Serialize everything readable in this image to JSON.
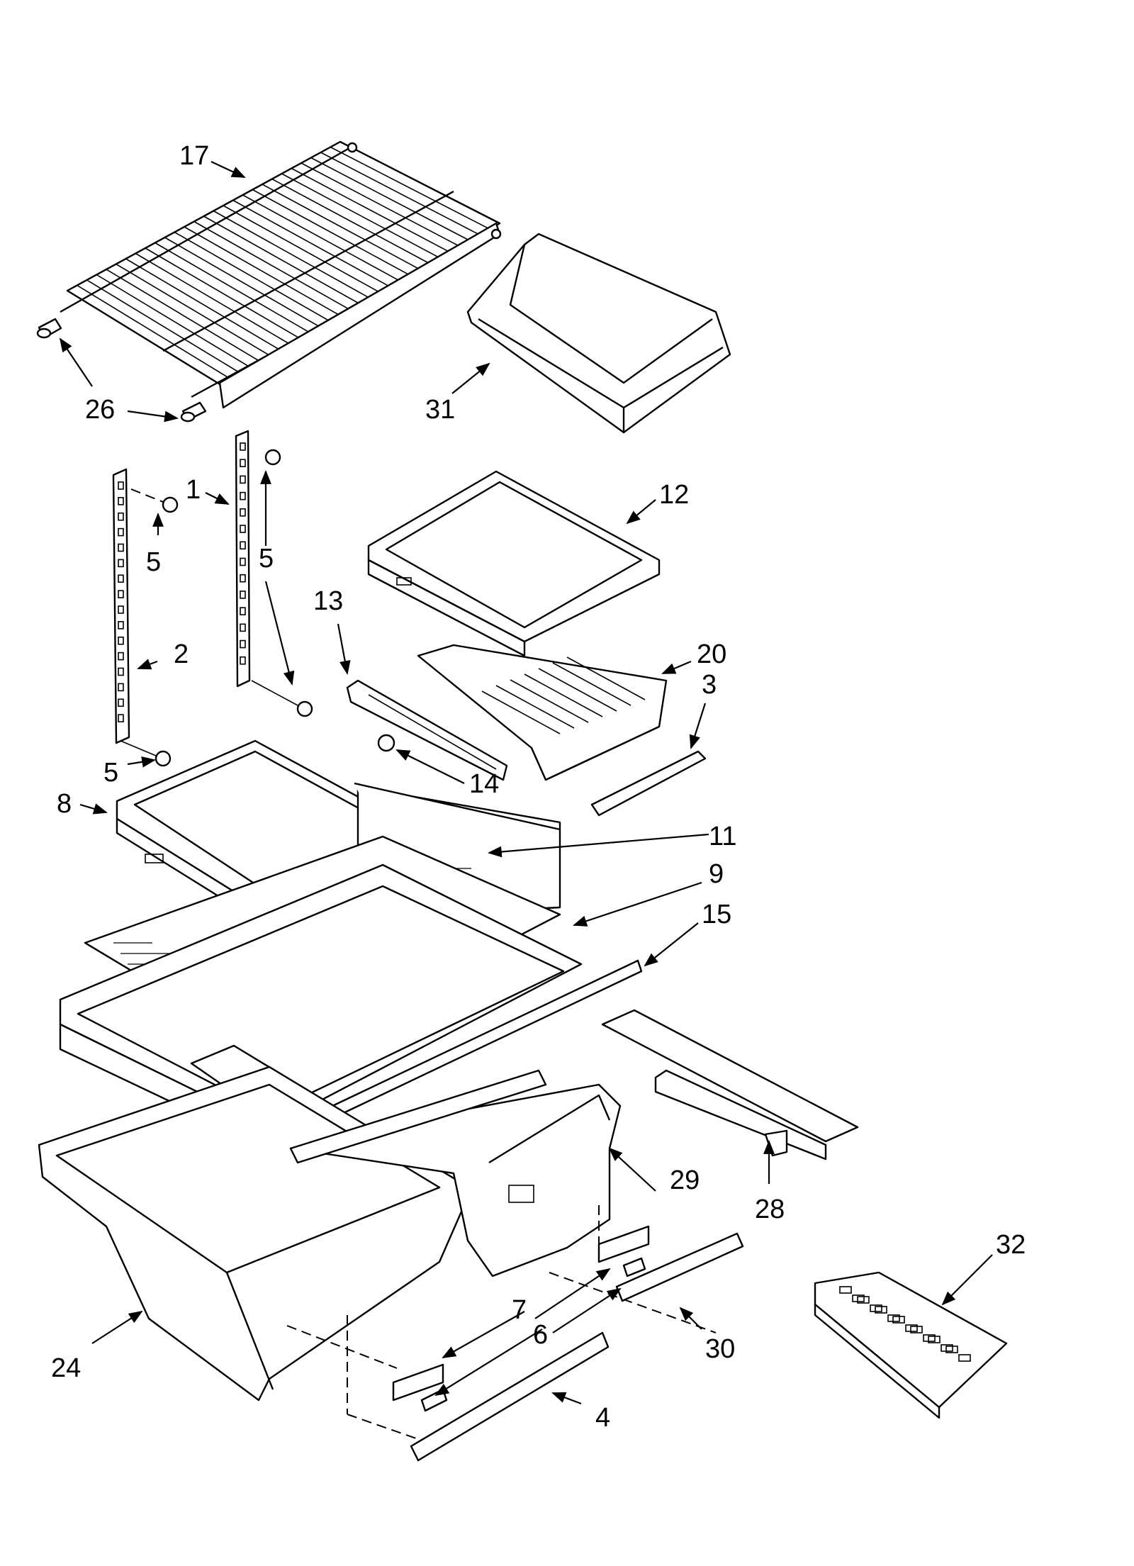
{
  "callouts": {
    "p1": "1",
    "p2": "2",
    "p3": "3",
    "p4": "4",
    "p5a": "5",
    "p5b": "5",
    "p5c": "5",
    "p6": "6",
    "p7": "7",
    "p8": "8",
    "p9": "9",
    "p11": "11",
    "p12": "12",
    "p13": "13",
    "p14": "14",
    "p15": "15",
    "p17": "17",
    "p20": "20",
    "p24": "24",
    "p26": "26",
    "p28": "28",
    "p29": "29",
    "p30": "30",
    "p31": "31",
    "p32": "32"
  }
}
